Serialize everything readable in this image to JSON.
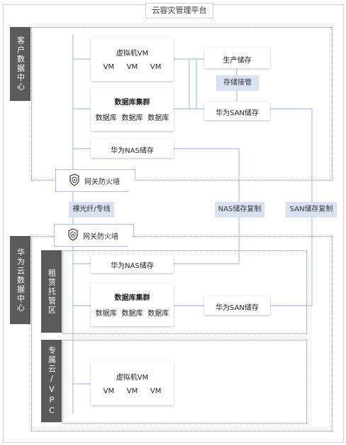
{
  "platform_title": "云容灾管理平台",
  "customer_dc": {
    "label": "客户数据中心"
  },
  "huawei_dc": {
    "label": "华为云数据中心"
  },
  "lease_zone": {
    "label": "租赁托管区"
  },
  "vpc_zone": {
    "label": "专属云/VPC"
  },
  "customer_vm": {
    "title": "虚拟机VM",
    "items": [
      "VM",
      "VM",
      "VM"
    ]
  },
  "customer_db": {
    "title": "数据库集群",
    "items": [
      "数据库",
      "数据库",
      "数据库"
    ]
  },
  "customer_nas": {
    "label": "华为NAS储存"
  },
  "production_storage": {
    "label": "生产储存"
  },
  "storage_gateway": {
    "label": "存储接管"
  },
  "customer_san": {
    "label": "华为SAN储存"
  },
  "firewall_top": {
    "label": "网关防火墙"
  },
  "firewall_bottom": {
    "label": "网关防火墙"
  },
  "fiber_link": {
    "label": "裸光纤/专线"
  },
  "nas_replication": {
    "label": "NAS储存复制"
  },
  "san_replication": {
    "label": "SAN储存复制"
  },
  "cloud_nas": {
    "label": "华为NAS储存"
  },
  "cloud_db": {
    "title": "数据库集群",
    "items": [
      "数据库",
      "数据库",
      "数据库"
    ]
  },
  "cloud_san": {
    "label": "华为SAN储存"
  },
  "cloud_vm": {
    "title": "虚拟机VM",
    "items": [
      "VM",
      "VM",
      "VM"
    ]
  },
  "colors": {
    "line_blue": "#a9c0e8",
    "tag_bg": "#d9e2f3",
    "side_label_bg": "#5a5a5a"
  }
}
